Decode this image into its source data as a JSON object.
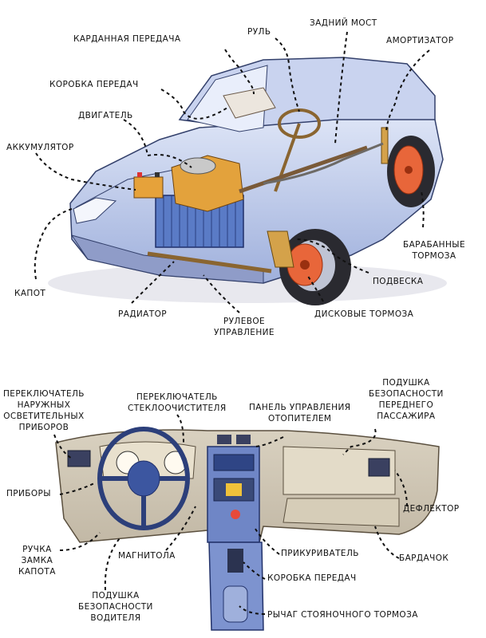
{
  "top_labels": {
    "kardan": "КАРДАННАЯ ПЕРЕДАЧА",
    "rul": "РУЛЬ",
    "zadniy_most": "ЗАДНИЙ МОСТ",
    "amortizator": "АМОРТИЗАТОР",
    "korobka": "КОРОБКА ПЕРЕДАЧ",
    "dvigatel": "ДВИГАТЕЛЬ",
    "akkumulyator": "АККУМУЛЯТОР",
    "barabannye": [
      "БАРАБАННЫЕ",
      "ТОРМОЗА"
    ],
    "kapot": "КАПОТ",
    "podveska": "ПОДВЕСКА",
    "radiator": "РАДИАТОР",
    "diskovye": "ДИСКОВЫЕ ТОРМОЗА",
    "rulevoe": [
      "РУЛЕВОЕ",
      "УПРАВЛЕНИЕ"
    ]
  },
  "bottom_labels": {
    "pereklyuchatel_naruzh": [
      "ПЕРЕКЛЮЧАТЕЛЬ",
      "НАРУЖНЫХ",
      "ОСВЕТИТЕЛЬНЫХ",
      "ПРИБОРОВ"
    ],
    "pereklyuchatel_stekl": [
      "ПЕРЕКЛЮЧАТЕЛЬ",
      "СТЕКЛООЧИСТИТЕЛЯ"
    ],
    "panel_otopitelem": [
      "ПАНЕЛЬ УПРАВЛЕНИЯ",
      "ОТОПИТЕЛЕМ"
    ],
    "podushka_passazhira": [
      "ПОДУШКА",
      "БЕЗОПАСНОСТИ",
      "ПЕРЕДНЕГО",
      "ПАССАЖИРА"
    ],
    "pribory": "ПРИБОРЫ",
    "deflektor": "ДЕФЛЕКТОР",
    "ruchka_zamka": [
      "РУЧКА",
      "ЗАМКА",
      "КАПОТА"
    ],
    "magnitola": "МАГНИТОЛА",
    "prikurivatel": "ПРИКУРИВАТЕЛЬ",
    "bardachok": "БАРДАЧОК",
    "korobka_peredach": "КОРОБКА ПЕРЕДАЧ",
    "podushka_voditelya": [
      "ПОДУШКА",
      "БЕЗОПАСНОСТИ",
      "ВОДИТЕЛЯ"
    ],
    "rychag_tormoza": "РЫЧАГ СТОЯНОЧНОГО ТОРМОЗА"
  }
}
